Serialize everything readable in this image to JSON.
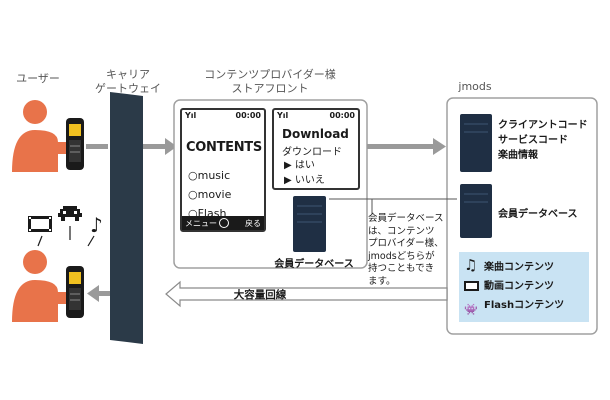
{
  "actors": {
    "user_label": "ユーザー",
    "gateway_label_line1": "キャリア",
    "gateway_label_line2": "ゲートウェイ",
    "storefront_label_line1": "コンテンツプロバイダー様",
    "storefront_label_line2": "ストアフロント",
    "jmods_label": "jmods"
  },
  "phone_screen_1": {
    "status_signal": "Yıl",
    "status_time": "00:00",
    "title": "CONTENTS",
    "options": [
      "○music",
      "○movie",
      "○Flash"
    ],
    "softkey_left": "メニュー",
    "softkey_right": "戻る"
  },
  "phone_screen_2": {
    "status_signal": "Yıl",
    "status_time": "00:00",
    "line1": "Download",
    "line2": "ダウンロード",
    "choices": [
      "▶ はい",
      "▶ いいえ"
    ]
  },
  "storefront_db_label": "会員データベース",
  "jmods_server1_lines": [
    "クライアントコード",
    "サービスコード",
    "楽曲情報"
  ],
  "jmods_server2_label": "会員データベース",
  "contents_box": {
    "items": [
      {
        "icon": "music-note-icon",
        "label": "楽曲コンテンツ"
      },
      {
        "icon": "film-icon",
        "label": "動画コンテンツ"
      },
      {
        "icon": "invader-icon",
        "label": "Flashコンテンツ"
      }
    ],
    "background": "#c9e3f3"
  },
  "note_lines": [
    "会員データベース",
    "は、コンテンツ",
    "プロバイダー様、",
    "jmodsどちらが",
    "持つこともでき",
    "ます。"
  ],
  "large_capacity_label": "大容量回線",
  "colors": {
    "person": "#e8734a",
    "gateway": "#2b3a48",
    "arrow": "#9a9a9a",
    "server": "#1f2f44",
    "phone": "#1a1a1a",
    "phone_accent": "#f0c020"
  }
}
